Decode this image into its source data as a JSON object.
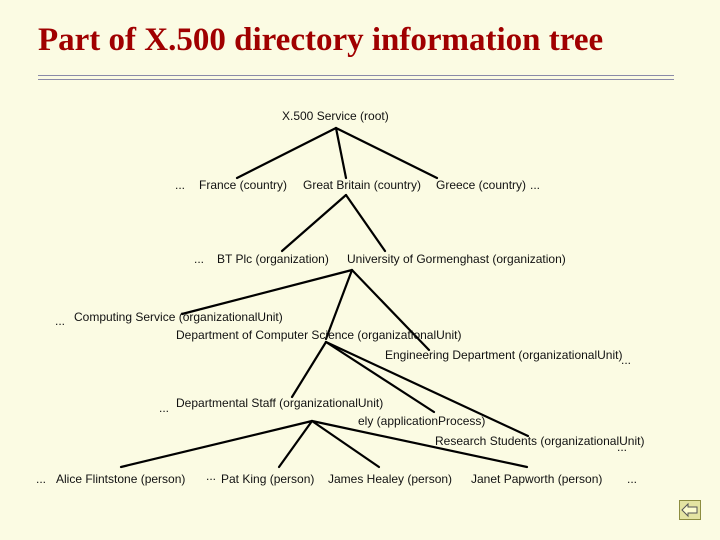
{
  "title": "Part of X.500 directory information tree",
  "tree": {
    "root": "X.500 Service (root)",
    "ellipsis": "...",
    "countries": {
      "france": "France (country)",
      "great_britain": "Great Britain (country)",
      "greece": "Greece (country)"
    },
    "organizations": {
      "bt": "BT Plc (organization)",
      "gormenghast": "University of Gormenghast (organization)"
    },
    "units": {
      "computing_service": "Computing Service (organizationalUnit)",
      "computer_science": "Department of Computer Science (organizationalUnit)",
      "engineering": "Engineering Department (organizationalUnit)"
    },
    "subunits": {
      "departmental_staff": "Departmental Staff (organizationalUnit)",
      "ely": "ely (applicationProcess)",
      "research_students": "Research Students (organizationalUnit)"
    },
    "people": {
      "alice": "Alice Flintstone (person)",
      "pat": "Pat King (person)",
      "james": "James Healey (person)",
      "janet": "Janet Papworth (person)"
    }
  },
  "colors": {
    "background": "#fbfbe3",
    "title": "#a00000",
    "lines": "#000000"
  },
  "navigation": {
    "back_icon": "back-arrow-icon"
  }
}
